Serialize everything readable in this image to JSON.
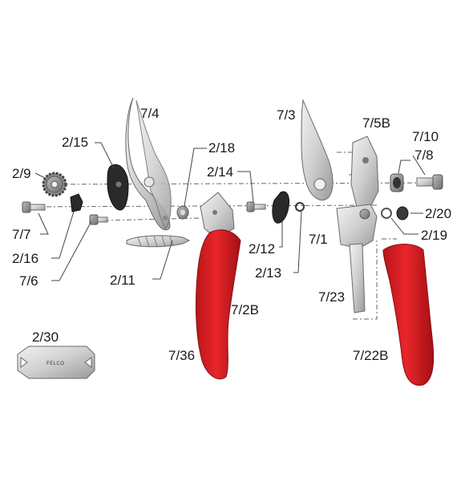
{
  "diagram": {
    "labels": [
      {
        "id": "7/4",
        "text": "7/4"
      },
      {
        "id": "7/3",
        "text": "7/3"
      },
      {
        "id": "7/5B",
        "text": "7/5B"
      },
      {
        "id": "7/10",
        "text": "7/10"
      },
      {
        "id": "7/8",
        "text": "7/8"
      },
      {
        "id": "2/15",
        "text": "2/15"
      },
      {
        "id": "2/18",
        "text": "2/18"
      },
      {
        "id": "2/9",
        "text": "2/9"
      },
      {
        "id": "2/14",
        "text": "2/14"
      },
      {
        "id": "2/20",
        "text": "2/20"
      },
      {
        "id": "7/7",
        "text": "7/7"
      },
      {
        "id": "2/19",
        "text": "2/19"
      },
      {
        "id": "7/1",
        "text": "7/1"
      },
      {
        "id": "2/16",
        "text": "2/16"
      },
      {
        "id": "2/12",
        "text": "2/12"
      },
      {
        "id": "7/6",
        "text": "7/6"
      },
      {
        "id": "2/13",
        "text": "2/13"
      },
      {
        "id": "2/11",
        "text": "2/11"
      },
      {
        "id": "7/23",
        "text": "7/23"
      },
      {
        "id": "7/2B",
        "text": "7/2B"
      },
      {
        "id": "2/30",
        "text": "2/30"
      },
      {
        "id": "7/36",
        "text": "7/36"
      },
      {
        "id": "7/22B",
        "text": "7/22B"
      }
    ],
    "wrench_logo_text": "FELCO"
  }
}
